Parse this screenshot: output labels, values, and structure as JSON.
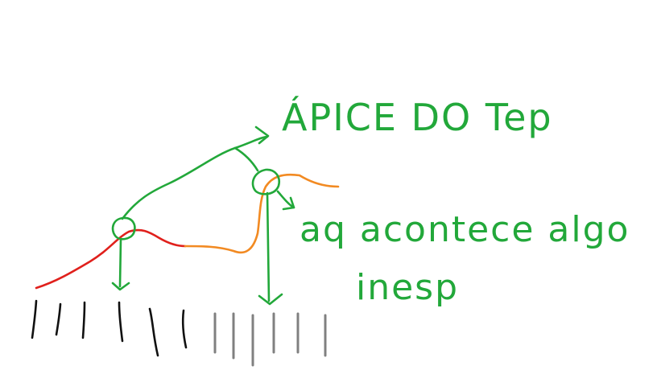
{
  "labels": {
    "apex": "ÁPICE DO Tep",
    "happens": "aq acontece algo",
    "unexpected": "inesp"
  },
  "colors": {
    "green": "#22a83a",
    "red": "#e0201c",
    "orange": "#f28a22",
    "black": "#111111",
    "gray": "#808080"
  },
  "ticks": {
    "black_count": 6,
    "gray_count": 6
  }
}
